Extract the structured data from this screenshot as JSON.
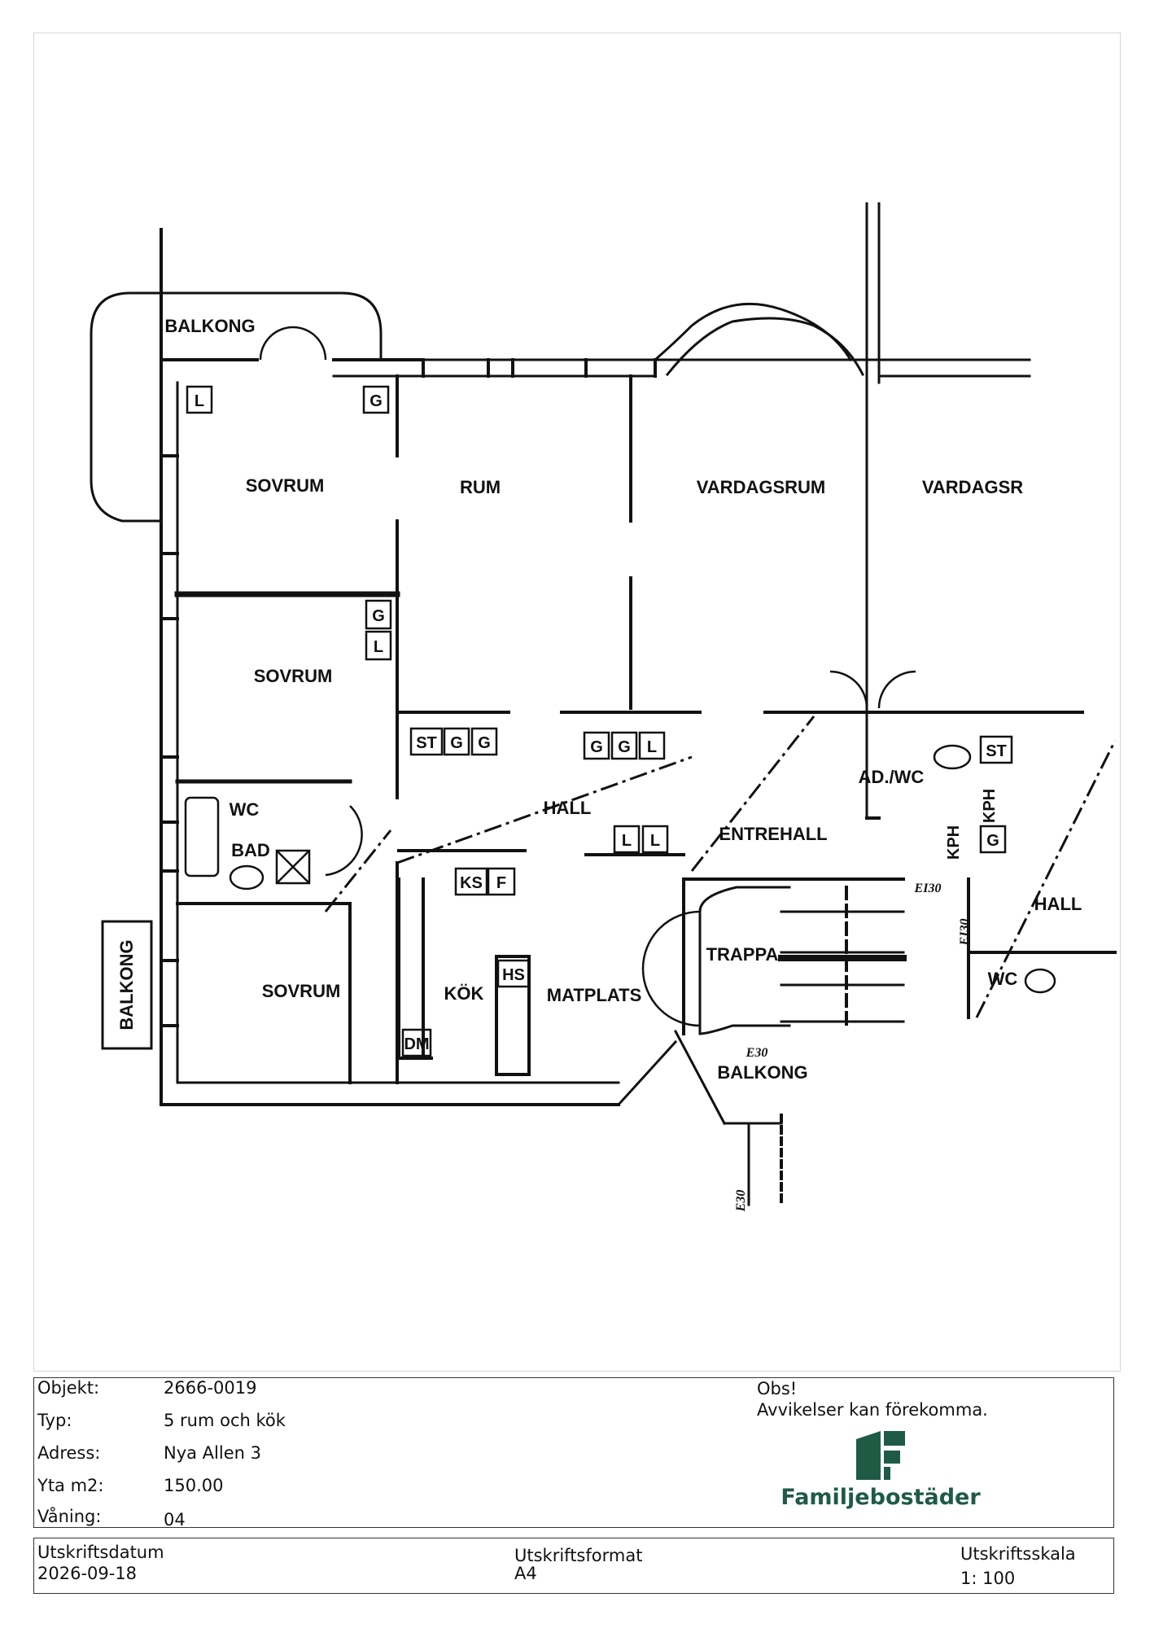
{
  "plan_labels": {
    "balkong_top": "BALKONG",
    "sovrum_1": "SOVRUM",
    "rum": "RUM",
    "vardagsrum": "VARDAGSRUM",
    "vardagsr": "VARDAGSR",
    "sovrum_2": "SOVRUM",
    "hall": "HALL",
    "entrehall": "ENTREHALL",
    "wc_bad": "WC\nBAD",
    "wc_bad_1": "WC",
    "wc_bad_2": "BAD",
    "sovrum_3": "SOVRUM",
    "kok": "KÖK",
    "matplats": "MATPLATS",
    "trappa": "TRAPPA",
    "balkong_bottom": "BALKONG",
    "balkong_left": "BALKONG",
    "hall_right": "HALL",
    "wc_right": "WC",
    "ad_wc": "AD./WC",
    "kph_1": "KPH",
    "kph_2": "KPH",
    "ei30_1": "EI30",
    "ei30_2": "EI30",
    "e30_1": "E30",
    "e30_2": "E30"
  },
  "fixture_tags": {
    "l1": "L",
    "g1": "G",
    "g2": "G",
    "l2": "L",
    "st1": "ST",
    "g3": "G",
    "g4": "G",
    "g5": "G",
    "g6": "G",
    "l3": "L",
    "l4": "L",
    "l5": "L",
    "ks": "KS",
    "f": "F",
    "hs": "HS",
    "dm": "DM",
    "st2": "ST",
    "g7": "G"
  },
  "info": {
    "objekt_label": "Objekt:",
    "objekt_value": "2666-0019",
    "typ_label": "Typ:",
    "typ_value": "5 rum och kök",
    "adress_label": "Adress:",
    "adress_value": "Nya Allen 3",
    "yta_label": "Yta m2:",
    "yta_value": "150.00",
    "vaning_label": "Våning:",
    "vaning_value": "04",
    "obs_title": "Obs!",
    "obs_text": "Avvikelser kan förekomma.",
    "brand": "Familjebostäder",
    "brand_color": "#1f5a45"
  },
  "footer": {
    "datum_label": "Utskriftsdatum",
    "datum_value": "2026-09-18",
    "format_label": "Utskriftsformat",
    "format_value": "A4",
    "skala_label": "Utskriftsskala",
    "skala_value": "1: 100"
  }
}
